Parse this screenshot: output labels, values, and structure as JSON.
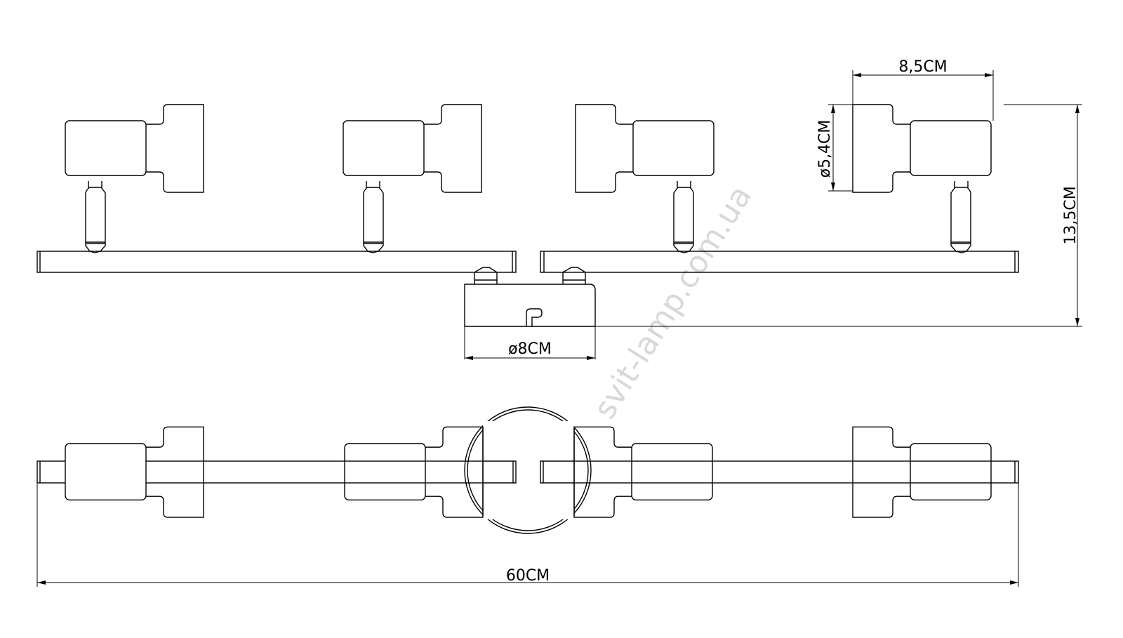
{
  "title": "4-spot ceiling lamp dimension drawing",
  "dimensions": {
    "head_length": "8,5CM",
    "head_diameter": "ø5,4CM",
    "total_height": "13,5CM",
    "base_diameter": "ø8CM",
    "total_length": "60CM"
  },
  "watermark": "svit-lamp.com.ua",
  "colors": {
    "line": "#000000",
    "watermark": "#d8d8d8"
  }
}
